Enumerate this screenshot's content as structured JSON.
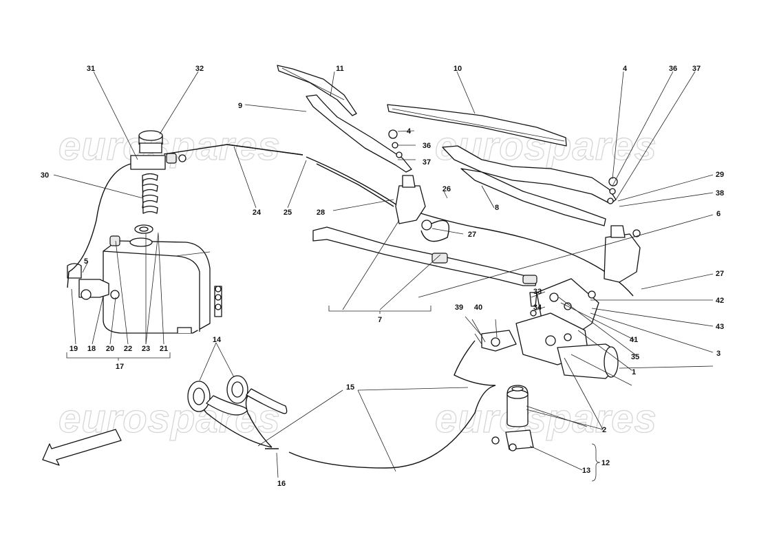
{
  "watermark": "eurospares",
  "callouts": {
    "n1": "1",
    "n2": "2",
    "n3": "3",
    "n4a": "4",
    "n4b": "4",
    "n5": "5",
    "n6": "6",
    "n7": "7",
    "n8": "8",
    "n9": "9",
    "n10": "10",
    "n11": "11",
    "n12": "12",
    "n13": "13",
    "n14": "14",
    "n15": "15",
    "n16": "16",
    "n17": "17",
    "n18": "18",
    "n19": "19",
    "n20": "20",
    "n21": "21",
    "n22": "22",
    "n23": "23",
    "n24": "24",
    "n25": "25",
    "n26": "26",
    "n27a": "27",
    "n27b": "27",
    "n28": "28",
    "n29": "29",
    "n30": "30",
    "n31": "31",
    "n32": "32",
    "n33": "33",
    "n34": "34",
    "n35": "35",
    "n36a": "36",
    "n36b": "36",
    "n37a": "37",
    "n37b": "37",
    "n38": "38",
    "n39": "39",
    "n40": "40",
    "n41": "41",
    "n42": "42",
    "n43": "43"
  }
}
